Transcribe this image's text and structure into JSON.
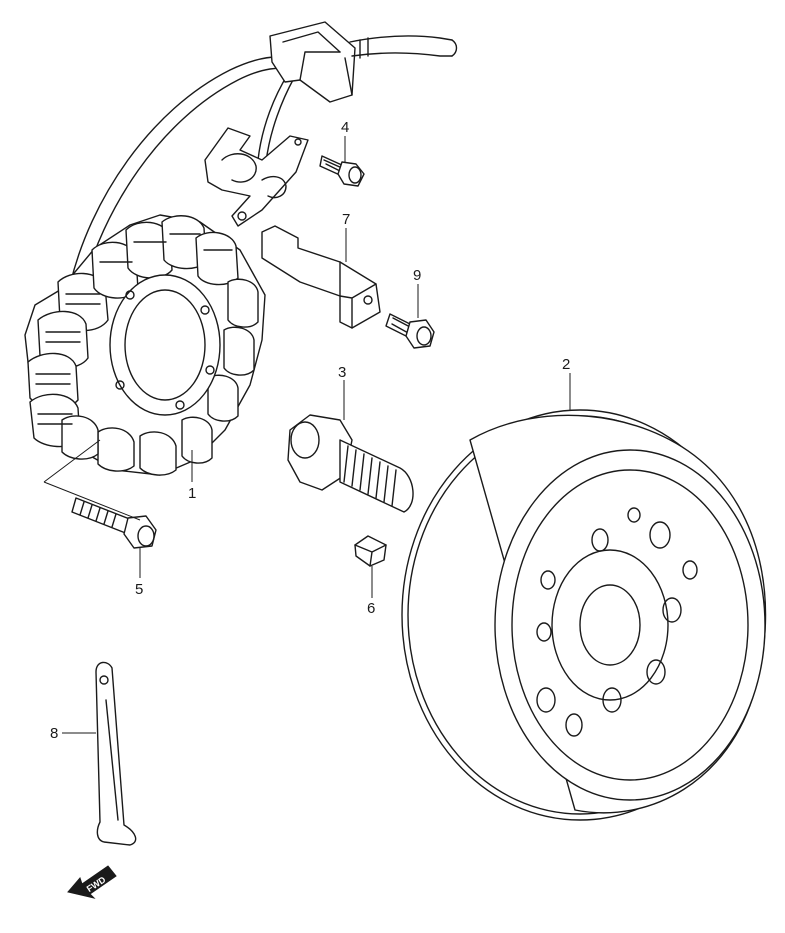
{
  "callouts": {
    "c1": "1",
    "c2": "2",
    "c3": "3",
    "c4": "4",
    "c5": "5",
    "c6": "6",
    "c7": "7",
    "c8": "8",
    "c9": "9"
  },
  "fwd_label": "FWD",
  "icons": [
    "stator-coil",
    "flywheel-rotor",
    "rotor-bolt",
    "screw",
    "key",
    "wire-clamp",
    "lever-tool",
    "fwd-arrow"
  ],
  "colors": {
    "line": "#1a1a1a",
    "background": "#ffffff"
  }
}
